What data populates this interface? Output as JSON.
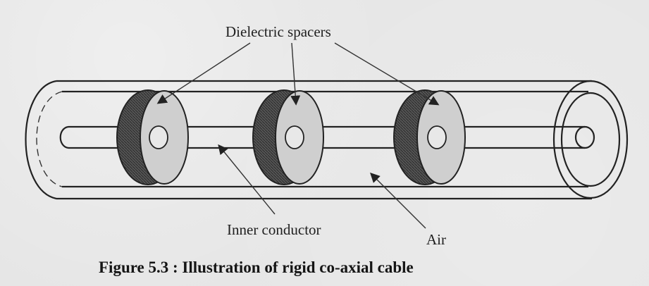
{
  "labels": {
    "top": "Dielectric spacers",
    "inner": "Inner conductor",
    "air": "Air"
  },
  "caption": "Figure 5.3 : Illustration of rigid co-axial cable",
  "colors": {
    "paper": "#e6e6e6",
    "line": "#222222",
    "spacer_face": "#cfcfcf",
    "spacer_edge": "#444444"
  }
}
